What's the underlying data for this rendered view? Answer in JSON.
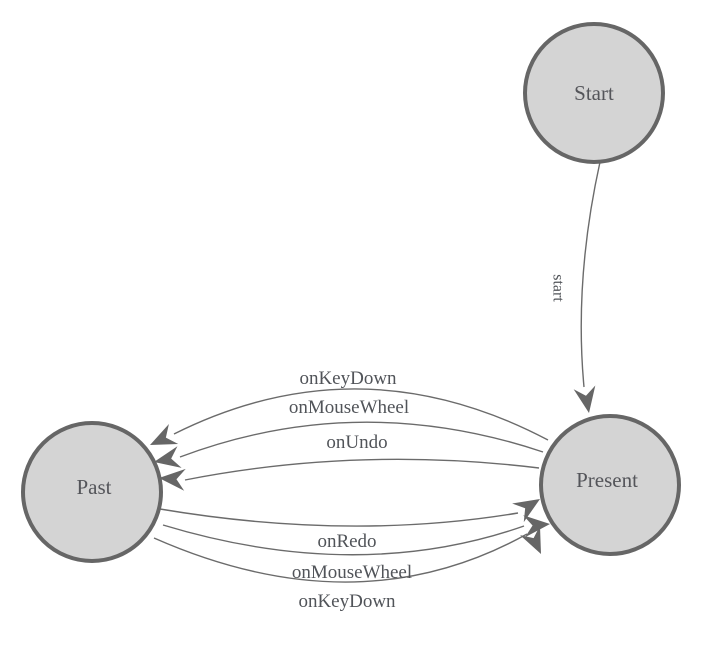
{
  "diagram": {
    "title": "undo-redo state machine diagram",
    "type": "state-diagram",
    "background": "#ffffff",
    "colors": {
      "node_fill": "#d4d4d4",
      "node_stroke": "#666666",
      "edge_stroke": "#6b6b6b",
      "arrow_fill": "#666666",
      "label_text": "#54555a"
    },
    "nodes": [
      {
        "id": "start",
        "label": "Start"
      },
      {
        "id": "present",
        "label": "Present"
      },
      {
        "id": "past",
        "label": "Past"
      }
    ],
    "edges": [
      {
        "from": "Start",
        "to": "Present",
        "label": "start"
      },
      {
        "from": "Present",
        "to": "Past",
        "label": "onKeyDown"
      },
      {
        "from": "Present",
        "to": "Past",
        "label": "onMouseWheel"
      },
      {
        "from": "Present",
        "to": "Past",
        "label": "onUndo"
      },
      {
        "from": "Past",
        "to": "Present",
        "label": "onRedo"
      },
      {
        "from": "Past",
        "to": "Present",
        "label": "onMouseWheel"
      },
      {
        "from": "Past",
        "to": "Present",
        "label": "onKeyDown"
      }
    ]
  }
}
